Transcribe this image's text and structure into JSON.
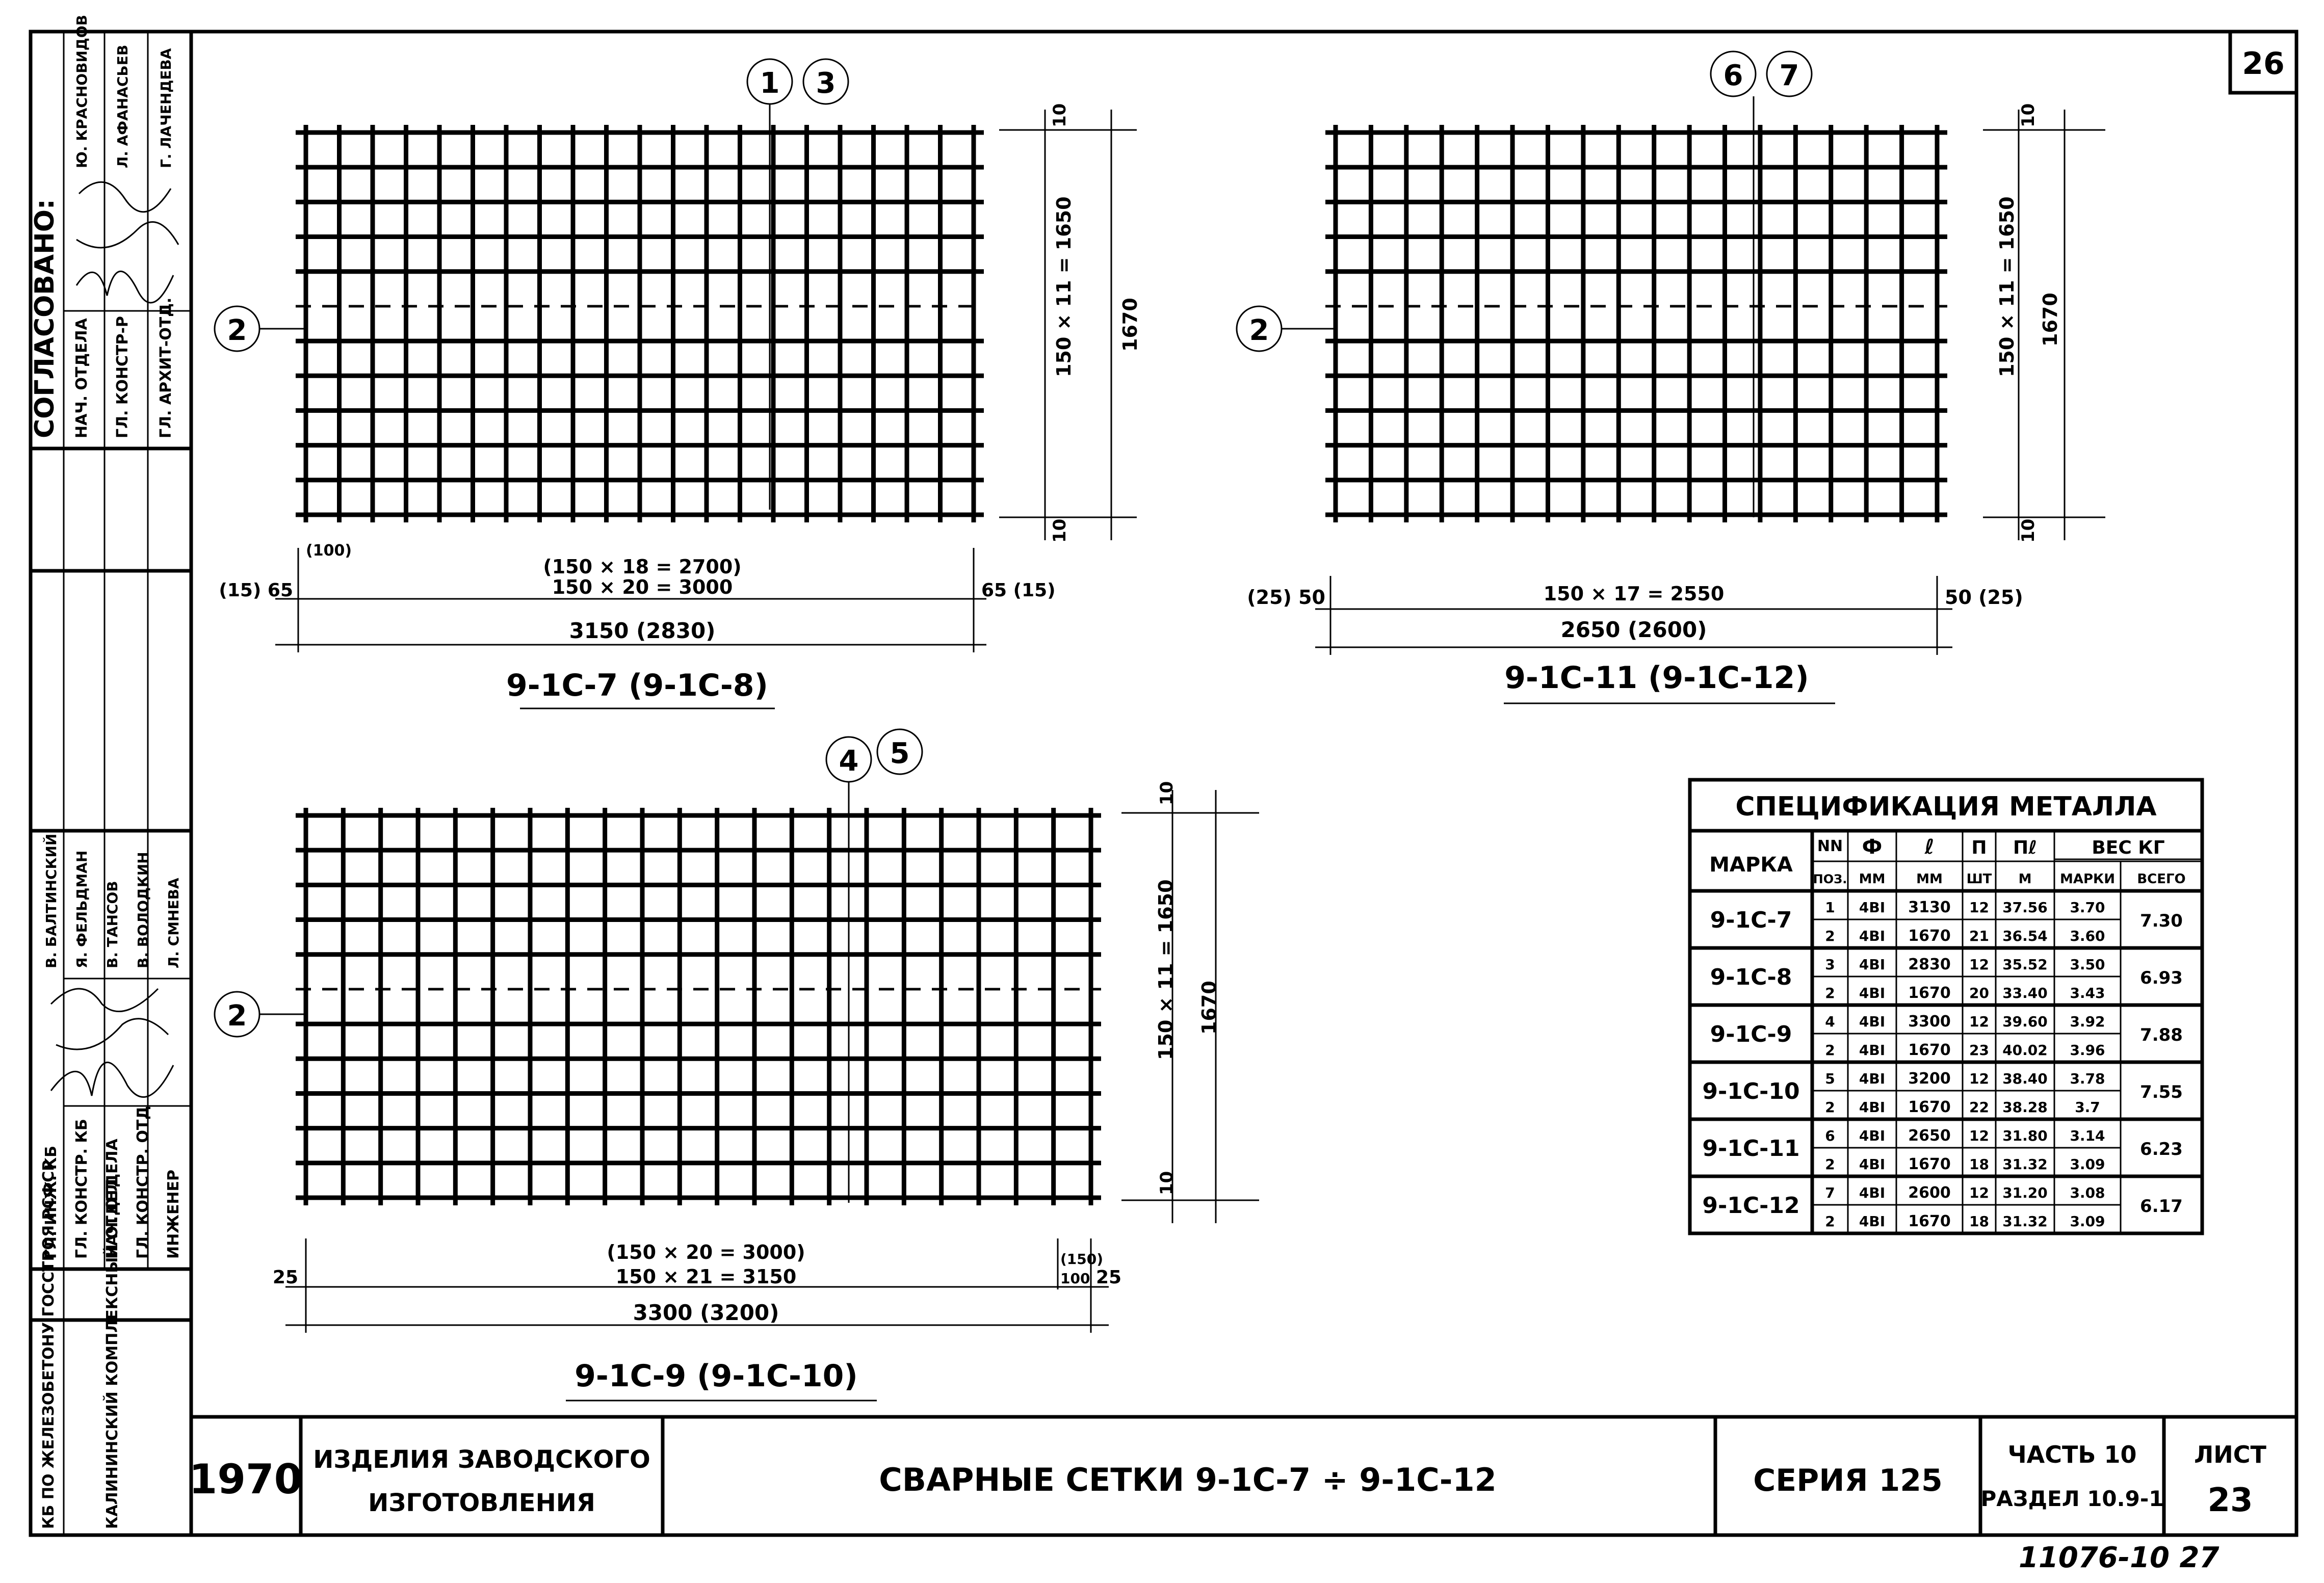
{
  "sheet_number_top": "26",
  "approval": {
    "title": "СОГЛАСОВАНО:",
    "rows": [
      {
        "role": "НАЧ. ОТДЕЛА",
        "name": "Ю. КРАСНОВИДОВ"
      },
      {
        "role": "ГЛ. КОНСТР-Р",
        "name": "Л. АФАНАСЬЕВ"
      },
      {
        "role": "ГЛ. АРХИТ-ОТД.",
        "name": "Г. ЛАЧЕНДЕВА"
      }
    ]
  },
  "staff": {
    "rows": [
      {
        "role": "ГЛ. ИНЖ. КБ",
        "name": "В. БАЛТИНСКИЙ"
      },
      {
        "role": "ГЛ. КОНСТР. КБ",
        "name": "Я. ФЕЛЬДМАН"
      },
      {
        "role": "НАЧ. ОТДЕЛА",
        "name": "В. ТАНСОВ"
      },
      {
        "role": "ГЛ. КОНСТР. ОТД",
        "name": "В. ВОЛОДКИН"
      },
      {
        "role": "ИНЖЕНЕР",
        "name": "Л. СМНЕВА"
      }
    ]
  },
  "org": {
    "kb": "КБ ПО ЖЕЛЕЗОБЕТОНУ ГОССТРОЯ РСФСР",
    "dept": "КАЛИНИНСКИЙ КОМПЛЕКСНЫЙ ОТДЕЛ"
  },
  "meshes": [
    {
      "caption": "9-1С-7 (9-1С-8)",
      "position_marks": [
        "1",
        "3"
      ],
      "side_mark": "2",
      "dim_top_inner": "(150 × 18 = 2700)",
      "dim_top": "150 × 20 = 3000",
      "dim_total": "3150 (2830)",
      "dim_left_end": "(15) 65",
      "dim_right_end": "65 (15)",
      "dim_step": "(100)",
      "dim_vertical_grid": "150 × 11 = 1650",
      "dim_vertical_total": "1670",
      "dim_vertical_end_top": "10",
      "dim_vertical_end_bottom": "10"
    },
    {
      "caption": "9-1С-11 (9-1С-12)",
      "position_marks": [
        "6",
        "7"
      ],
      "side_mark": "2",
      "dim_top": "150 × 17 = 2550",
      "dim_total": "2650 (2600)",
      "dim_left_end": "(25) 50",
      "dim_right_end": "50 (25)",
      "dim_vertical_grid": "150 × 11 = 1650",
      "dim_vertical_total": "1670",
      "dim_vertical_end_top": "10",
      "dim_vertical_end_bottom": "10"
    },
    {
      "caption": "9-1С-9 (9-1С-10)",
      "position_marks": [
        "4",
        "5"
      ],
      "side_mark": "2",
      "dim_top_inner": "(150 × 20 = 3000)",
      "dim_top": "150 × 21 = 3150",
      "dim_total": "3300 (3200)",
      "dim_left_end": "25",
      "dim_right_end": "25",
      "dim_right_pair": [
        "(150)",
        "100"
      ],
      "dim_vertical_grid": "150 × 11 = 1650",
      "dim_vertical_total": "1670",
      "dim_vertical_end_top": "10",
      "dim_vertical_end_bottom": "10"
    }
  ],
  "spec": {
    "title": "СПЕЦИФИКАЦИЯ МЕТАЛЛА",
    "headers": {
      "mark": "МАРКА",
      "pos": "NN",
      "pos_sub": "ПОЗ.",
      "dia": "Ф",
      "dia_sub": "ММ",
      "len": "ℓ",
      "len_sub": "ММ",
      "qty": "П",
      "qty_sub": "ШТ",
      "tot": "Пℓ",
      "tot_sub": "М",
      "weight": "ВЕС КГ",
      "weight_mark": "МАРКИ",
      "weight_all": "ВСЕГО"
    },
    "groups": [
      {
        "mark": "9-1С-7",
        "total": "7.30",
        "rows": [
          {
            "pos": "1",
            "dia": "4BI",
            "len": "3130",
            "qty": "12",
            "tot": "37.56",
            "w": "3.70"
          },
          {
            "pos": "2",
            "dia": "4BI",
            "len": "1670",
            "qty": "21",
            "tot": "36.54",
            "w": "3.60"
          }
        ]
      },
      {
        "mark": "9-1С-8",
        "total": "6.93",
        "rows": [
          {
            "pos": "3",
            "dia": "4BI",
            "len": "2830",
            "qty": "12",
            "tot": "35.52",
            "w": "3.50"
          },
          {
            "pos": "2",
            "dia": "4BI",
            "len": "1670",
            "qty": "20",
            "tot": "33.40",
            "w": "3.43"
          }
        ]
      },
      {
        "mark": "9-1С-9",
        "total": "7.88",
        "rows": [
          {
            "pos": "4",
            "dia": "4BI",
            "len": "3300",
            "qty": "12",
            "tot": "39.60",
            "w": "3.92"
          },
          {
            "pos": "2",
            "dia": "4BI",
            "len": "1670",
            "qty": "23",
            "tot": "40.02",
            "w": "3.96"
          }
        ]
      },
      {
        "mark": "9-1С-10",
        "total": "7.55",
        "rows": [
          {
            "pos": "5",
            "dia": "4BI",
            "len": "3200",
            "qty": "12",
            "tot": "38.40",
            "w": "3.78"
          },
          {
            "pos": "2",
            "dia": "4BI",
            "len": "1670",
            "qty": "22",
            "tot": "38.28",
            "w": "3.7"
          }
        ]
      },
      {
        "mark": "9-1С-11",
        "total": "6.23",
        "rows": [
          {
            "pos": "6",
            "dia": "4BI",
            "len": "2650",
            "qty": "12",
            "tot": "31.80",
            "w": "3.14"
          },
          {
            "pos": "2",
            "dia": "4BI",
            "len": "1670",
            "qty": "18",
            "tot": "31.32",
            "w": "3.09"
          }
        ]
      },
      {
        "mark": "9-1С-12",
        "total": "6.17",
        "rows": [
          {
            "pos": "7",
            "dia": "4BI",
            "len": "2600",
            "qty": "12",
            "tot": "31.20",
            "w": "3.08"
          },
          {
            "pos": "2",
            "dia": "4BI",
            "len": "1670",
            "qty": "18",
            "tot": "31.32",
            "w": "3.09"
          }
        ]
      }
    ]
  },
  "title_block": {
    "year": "1970",
    "category_line1": "ИЗДЕЛИЯ ЗАВОДСКОГО",
    "category_line2": "ИЗГОТОВЛЕНИЯ",
    "title": "СВАРНЫЕ СЕТКИ 9-1С-7 ÷ 9-1С-12",
    "series": "СЕРИЯ 125",
    "part": "ЧАСТЬ 10",
    "section": "РАЗДЕЛ 10.9-1",
    "sheet_label": "ЛИСТ",
    "sheet_number": "23"
  },
  "archive_number": "11076-10  27"
}
